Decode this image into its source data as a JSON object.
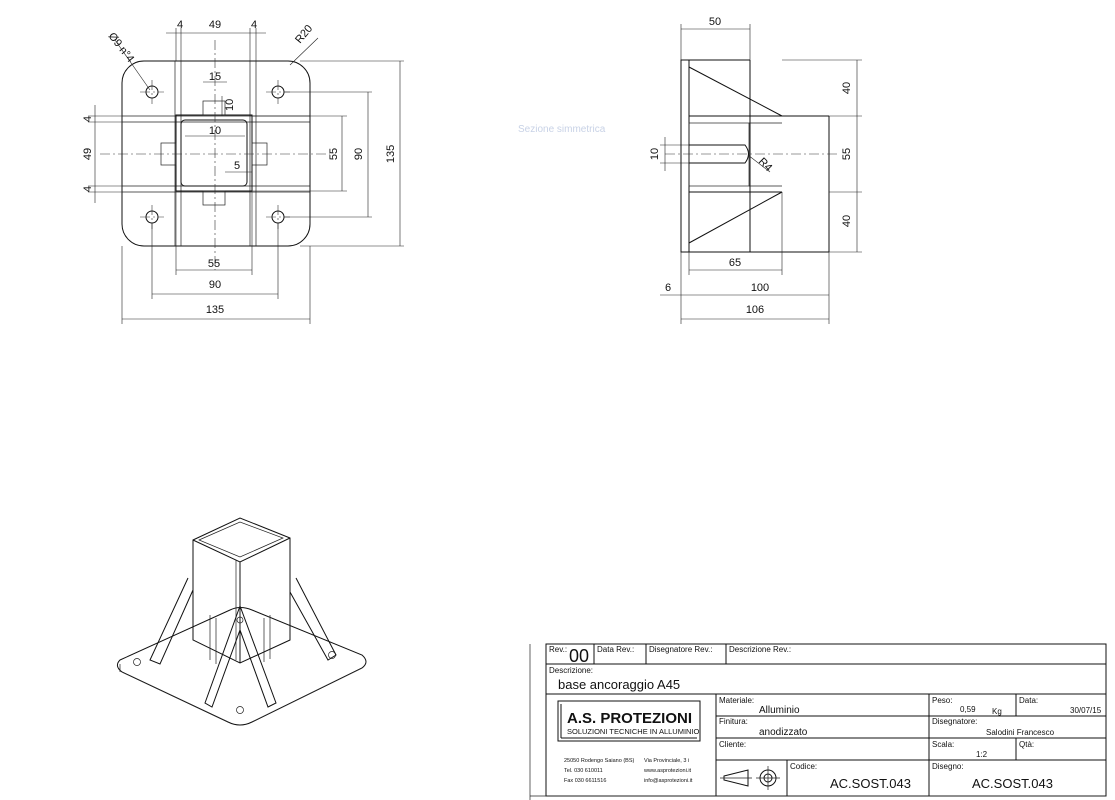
{
  "front_view": {
    "dims": {
      "d49_top": "49",
      "d4_left": "4",
      "d4_right": "4",
      "hole": "Ø9 n°4",
      "radius": "R20",
      "d15": "15",
      "d10_v": "10",
      "d10_h": "10",
      "d5": "5",
      "d4_a": "4",
      "d49_left": "49",
      "d4_b": "4",
      "d55_r": "55",
      "d90_r": "90",
      "d135_r": "135",
      "d55_b": "55",
      "d90_b": "90",
      "d135_b": "135"
    }
  },
  "side_view": {
    "dims": {
      "d50": "50",
      "d40_top": "40",
      "d55": "55",
      "d40_bot": "40",
      "d10": "10",
      "r4": "R4",
      "d65": "65",
      "d6": "6",
      "d100": "100",
      "d106": "106"
    }
  },
  "ghost_label": "Sezione simmetrica",
  "title_block": {
    "rev_label": "Rev.:",
    "rev_value": "00",
    "data_rev_label": "Data Rev.:",
    "designer_rev_label": "Disegnatore Rev.:",
    "desc_rev_label": "Descrizione Rev.:",
    "desc_label": "Descrizione:",
    "desc_value": "base ancoraggio A45",
    "material_label": "Materiale:",
    "material_value": "Alluminio",
    "weight_label": "Peso:",
    "weight_value": "0,59",
    "weight_unit": "Kg",
    "date_label": "Data:",
    "date_value": "30/07/15",
    "finish_label": "Finitura:",
    "finish_value": "anodizzato",
    "designer_label": "Disegnatore:",
    "designer_value": "Salodini Francesco",
    "client_label": "Cliente:",
    "scale_label": "Scala:",
    "scale_value": "1:2",
    "qty_label": "Qtà:",
    "code_label": "Codice:",
    "code_value": "AC.SOST.043",
    "drawing_label": "Disegno:",
    "drawing_value": "AC.SOST.043",
    "company_name": "A.S. PROTEZIONI",
    "company_tagline": "SOLUZIONI TECNICHE IN ALLUMINIO",
    "address_1": "25050 Rodengo Saiano (BS)",
    "address_2": "Via Provinciale, 3 i",
    "tel": "Tel. 030 610011",
    "web": "www.asprotezioni.it",
    "fax": "Fax 030 6611516",
    "email": "info@asprotezioni.it"
  }
}
